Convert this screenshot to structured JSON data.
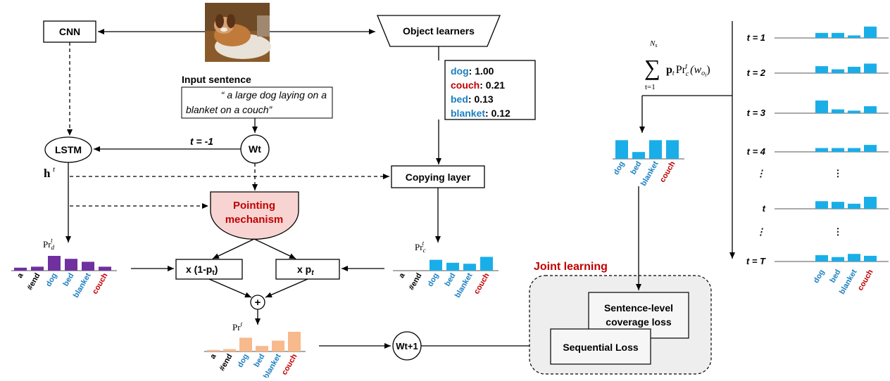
{
  "colors": {
    "blue": "#1a7fc1",
    "red": "#c00000",
    "purple": "#7030a0",
    "bar_blue": "#1aaee8",
    "bar_peach": "#f8b98c",
    "pointing_fill": "#f7d4d1",
    "joint_bg": "#eeeeee"
  },
  "labels": {
    "cnn": "CNN",
    "object_learners": "Object learners",
    "input_sentence_title": "Input sentence",
    "input_sentence_line1": "“ a large dog laying on a",
    "input_sentence_line2": "blanket on a couch”",
    "lstm": "LSTM",
    "wt": "Wt",
    "t_minus_1": "t = -1",
    "ht": "h",
    "ht_sup": "t",
    "copying_layer": "Copying layer",
    "pointing_line1": "Pointing",
    "pointing_line2": "mechanism",
    "mult_left": "x (1-p",
    "mult_left_sub": "t",
    "mult_left_end": ")",
    "mult_right": "x p",
    "mult_right_sub": "t",
    "plus": "+",
    "wt1": "Wt+1",
    "joint_learning": "Joint learning",
    "sentence_loss_line1": "Sentence-level",
    "sentence_loss_line2": "coverage loss",
    "sequential_loss": "Sequential  Loss",
    "pr_d": "Pr",
    "pr_d_sub": "d",
    "pr_c": "Pr",
    "pr_c_sub": "c",
    "pr": "Pr",
    "pr_sup": "t",
    "sum_formula": "∑ pₜ Prᶜᵗ (wₒᵢ)",
    "sum_upper": "N",
    "sum_upper_sub": "s",
    "sum_lower": "t=1",
    "sum_body": "p",
    "sum_body_sub": "t",
    "sum_pr": "Pr",
    "sum_pr_sub": "c",
    "sum_pr_sup": "t",
    "sum_arg": "(w",
    "sum_arg_sub": "o",
    "sum_arg_subsub": "i",
    "sum_arg_end": ")"
  },
  "detections": [
    {
      "word": "dog",
      "score": "1.00",
      "color": "#1a7fc1"
    },
    {
      "word": "couch",
      "score": "0.21",
      "color": "#c00000"
    },
    {
      "word": "bed",
      "score": "0.13",
      "color": "#1a7fc1"
    },
    {
      "word": "blanket",
      "score": "0.12",
      "color": "#1a7fc1"
    }
  ],
  "vocab_full": [
    {
      "word": "a",
      "color": "#000000"
    },
    {
      "word": "#end",
      "color": "#000000"
    },
    {
      "word": "dog",
      "color": "#1a7fc1"
    },
    {
      "word": "bed",
      "color": "#1a7fc1"
    },
    {
      "word": "blanket",
      "color": "#1a7fc1"
    },
    {
      "word": "couch",
      "color": "#c00000"
    }
  ],
  "vocab_objects": [
    {
      "word": "dog",
      "color": "#1a7fc1"
    },
    {
      "word": "bed",
      "color": "#1a7fc1"
    },
    {
      "word": "blanket",
      "color": "#1a7fc1"
    },
    {
      "word": "couch",
      "color": "#c00000"
    }
  ],
  "chart_data": [
    {
      "type": "bar",
      "name": "Pr_d^t",
      "categories": [
        "a",
        "#end",
        "dog",
        "bed",
        "blanket",
        "couch"
      ],
      "values": [
        0.15,
        0.2,
        0.75,
        0.6,
        0.45,
        0.2
      ]
    },
    {
      "type": "bar",
      "name": "Pr_c^t",
      "categories": [
        "a",
        "#end",
        "dog",
        "bed",
        "blanket",
        "couch"
      ],
      "values": [
        0,
        0,
        0.55,
        0.4,
        0.35,
        0.7
      ]
    },
    {
      "type": "bar",
      "name": "Pr^t",
      "categories": [
        "a",
        "#end",
        "dog",
        "bed",
        "blanket",
        "couch"
      ],
      "values": [
        0.08,
        0.12,
        0.7,
        0.28,
        0.55,
        1.0
      ]
    },
    {
      "type": "bar",
      "name": "sum",
      "categories": [
        "dog",
        "bed",
        "blanket",
        "couch"
      ],
      "values": [
        0.95,
        0.35,
        0.95,
        0.95
      ]
    }
  ],
  "timesteps": [
    {
      "label": "t = 1",
      "values": [
        0.4,
        0.4,
        0.2,
        0.9
      ],
      "ellipsis": false
    },
    {
      "label": "t = 2",
      "values": [
        0.55,
        0.3,
        0.5,
        0.75
      ],
      "ellipsis": false
    },
    {
      "label": "t = 3",
      "values": [
        1.0,
        0.3,
        0.2,
        0.55
      ],
      "ellipsis": false
    },
    {
      "label": "t = 4",
      "values": [
        0.3,
        0.3,
        0.3,
        0.55
      ],
      "ellipsis": false
    },
    {
      "label": "⋮",
      "values": [],
      "ellipsis": true
    },
    {
      "label": "t",
      "values": [
        0.6,
        0.55,
        0.4,
        0.95
      ],
      "ellipsis": false
    },
    {
      "label": "⋮",
      "values": [],
      "ellipsis": true
    },
    {
      "label": "t = T",
      "values": [
        0.5,
        0.35,
        0.6,
        0.45
      ],
      "ellipsis": false
    }
  ]
}
